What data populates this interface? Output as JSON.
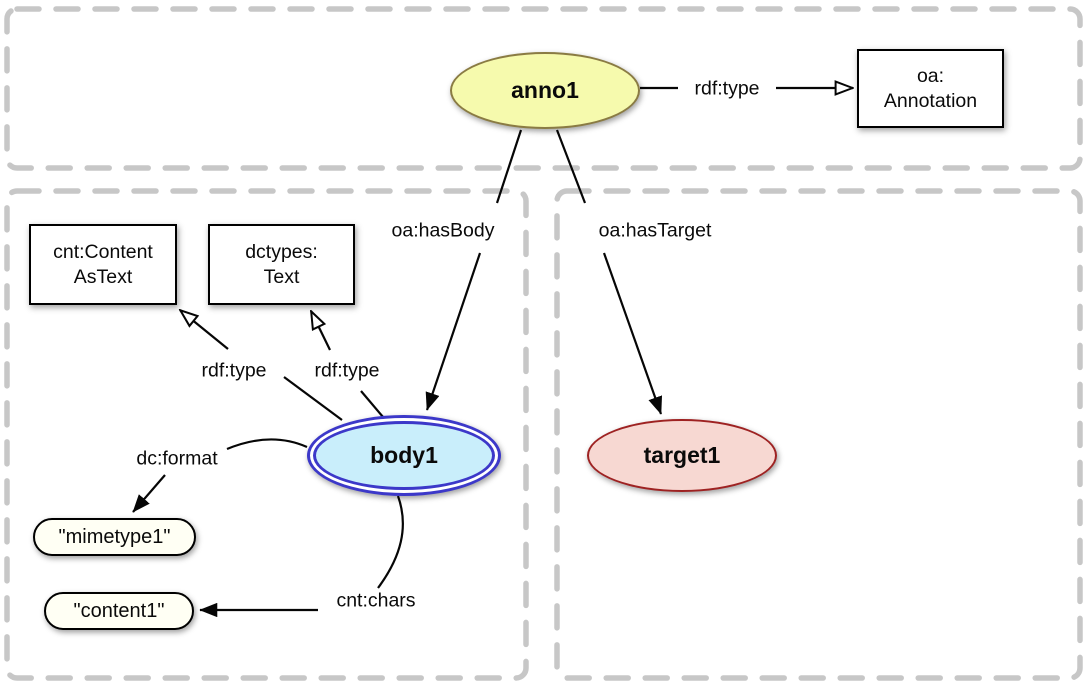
{
  "nodes": {
    "anno1": {
      "label": "anno1"
    },
    "oa_annotation": {
      "line1": "oa:",
      "line2": "Annotation"
    },
    "cnt_content_as_text": {
      "line1": "cnt:Content",
      "line2": "AsText"
    },
    "dctypes_text": {
      "line1": "dctypes:",
      "line2": "Text"
    },
    "body1": {
      "label": "body1"
    },
    "target1": {
      "label": "target1"
    },
    "mimetype1": {
      "label": "\"mimetype1\""
    },
    "content1": {
      "label": "\"content1\""
    }
  },
  "edge_labels": {
    "rdf_type_annotation": "rdf:type",
    "oa_has_body": "oa:hasBody",
    "oa_has_target": "oa:hasTarget",
    "rdf_type_cnt": "rdf:type",
    "rdf_type_dctypes": "rdf:type",
    "dc_format": "dc:format",
    "cnt_chars": "cnt:chars"
  },
  "colors": {
    "dash-color": "#c7c7c7",
    "edge-color": "#060606",
    "anno-fill": "#f6faad",
    "anno-border": "#8a7b43",
    "body-fill": "#c9eefb",
    "body-border": "#3c38c9",
    "target-fill": "#f7d8d2",
    "target-border": "#9e2222",
    "pill-fill": "#fffff4"
  }
}
